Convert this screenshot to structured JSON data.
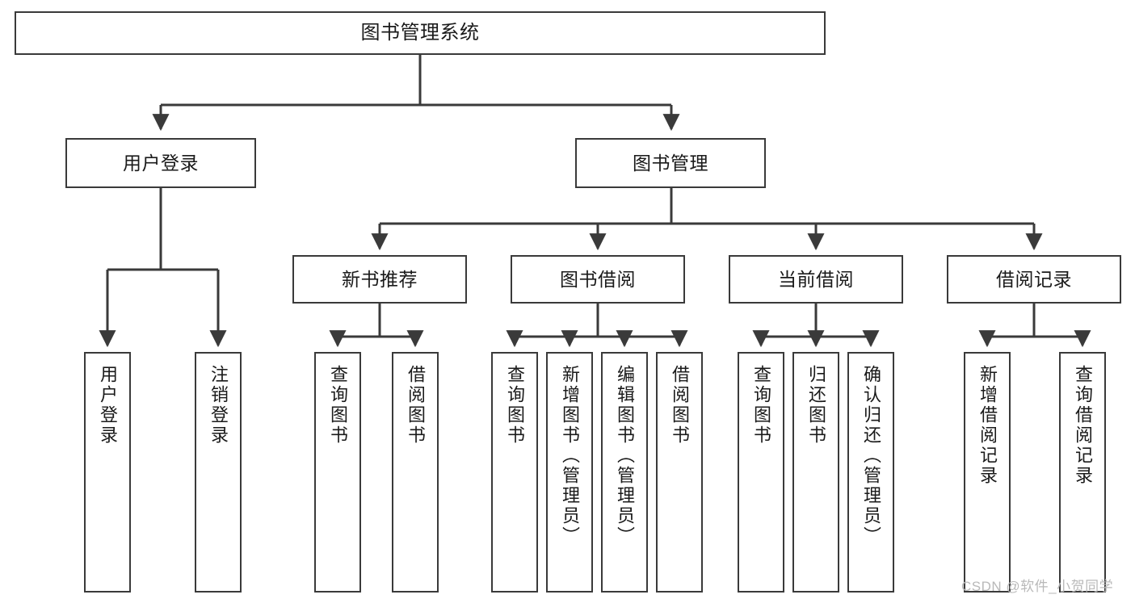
{
  "diagram": {
    "type": "tree",
    "title": "图书管理系统",
    "watermark": "CSDN @软件_小贺同学",
    "colors": {
      "background": "#ffffff",
      "node_border": "#3a3a3a",
      "node_fill": "#ffffff",
      "edge": "#3a3a3a",
      "text": "#1a1a1a",
      "watermark": "#b9b9b9"
    },
    "levels": {
      "root": {
        "label": "图书管理系统"
      },
      "level2": [
        {
          "label": "用户登录"
        },
        {
          "label": "图书管理"
        }
      ],
      "level3": [
        {
          "label": "新书推荐"
        },
        {
          "label": "图书借阅"
        },
        {
          "label": "当前借阅"
        },
        {
          "label": "借阅记录"
        }
      ],
      "leaves": [
        {
          "label": "用户登录",
          "parent": "用户登录"
        },
        {
          "label": "注销登录",
          "parent": "用户登录"
        },
        {
          "label": "查询图书",
          "parent": "新书推荐"
        },
        {
          "label": "借阅图书",
          "parent": "新书推荐"
        },
        {
          "label": "查询图书",
          "parent": "图书借阅"
        },
        {
          "label": "新增图书（管理员）",
          "parent": "图书借阅"
        },
        {
          "label": "编辑图书（管理员）",
          "parent": "图书借阅"
        },
        {
          "label": "借阅图书",
          "parent": "图书借阅"
        },
        {
          "label": "查询图书",
          "parent": "当前借阅"
        },
        {
          "label": "归还图书",
          "parent": "当前借阅"
        },
        {
          "label": "确认归还（管理员）",
          "parent": "当前借阅"
        },
        {
          "label": "新增借阅记录",
          "parent": "借阅记录"
        },
        {
          "label": "查询借阅记录",
          "parent": "借阅记录"
        }
      ]
    }
  }
}
